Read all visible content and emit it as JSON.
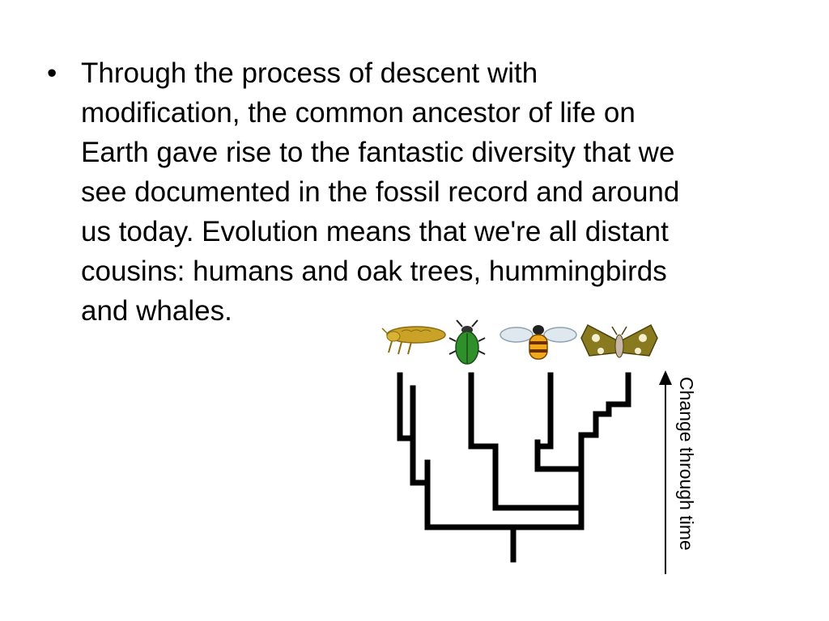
{
  "slide": {
    "bullet": "•",
    "lines": [
      "Through the process of descent with",
      "modification, the common ancestor of life on",
      "Earth gave rise to the fantastic diversity that we",
      "see documented in the fossil record and around",
      "us today. Evolution means that we're all distant",
      "cousins: humans and oak trees, hummingbirds",
      "and whales."
    ]
  },
  "figure": {
    "arrow_label": "Change through time",
    "taxa": [
      {
        "icon": "flea-icon",
        "color": "#c9a227"
      },
      {
        "icon": "beetle-icon",
        "color": "#2f8f2a"
      },
      {
        "icon": "bee-icon",
        "color": "#f2a81d"
      },
      {
        "icon": "moth-icon",
        "color": "#8a7a1f"
      }
    ]
  }
}
